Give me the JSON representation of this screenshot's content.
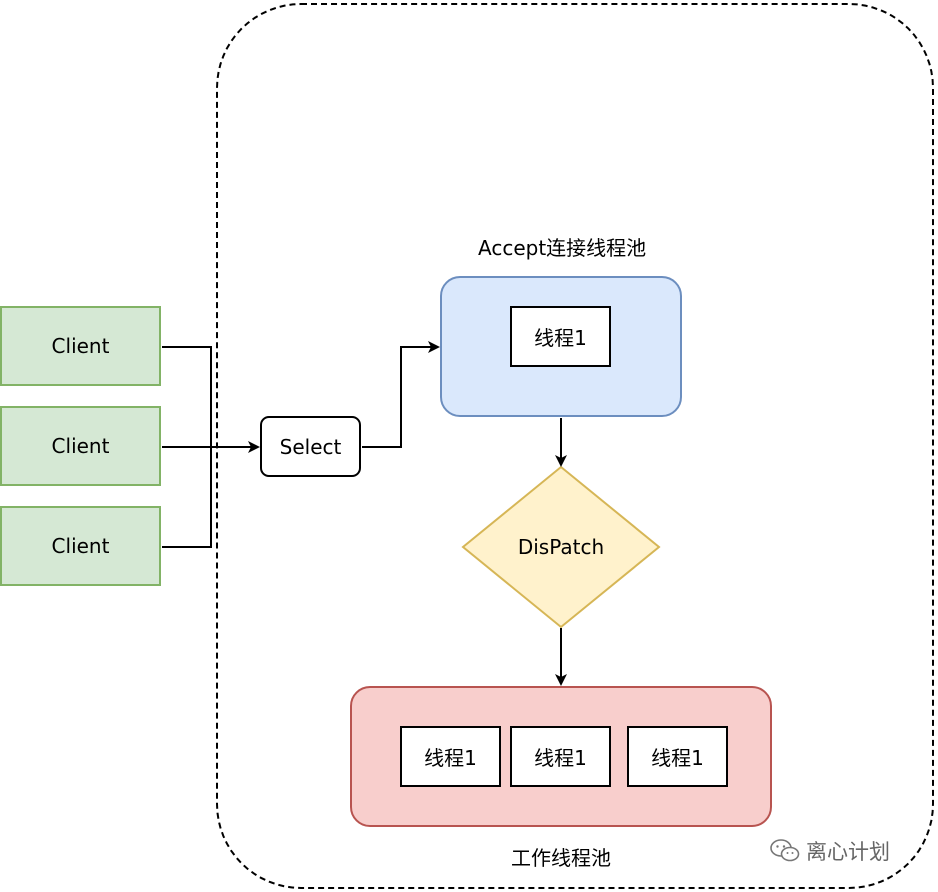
{
  "clients": [
    {
      "label": "Client"
    },
    {
      "label": "Client"
    },
    {
      "label": "Client"
    }
  ],
  "select": {
    "label": "Select"
  },
  "accept_pool": {
    "title": "Accept连接线程池",
    "threads": [
      {
        "label": "线程1"
      }
    ]
  },
  "dispatch": {
    "label": "DisPatch"
  },
  "worker_pool": {
    "title": "工作线程池",
    "threads": [
      {
        "label": "线程1"
      },
      {
        "label": "线程1"
      },
      {
        "label": "线程1"
      }
    ]
  },
  "watermark": {
    "text": "离心计划",
    "icon": "wechat-icon"
  },
  "colors": {
    "client_fill": "#d5e8d4",
    "client_stroke": "#82b366",
    "accept_fill": "#dae8fc",
    "accept_stroke": "#6c8ebf",
    "dispatch_fill": "#fff2cc",
    "dispatch_stroke": "#d6b656",
    "worker_fill": "#f8cecc",
    "worker_stroke": "#b85450"
  }
}
